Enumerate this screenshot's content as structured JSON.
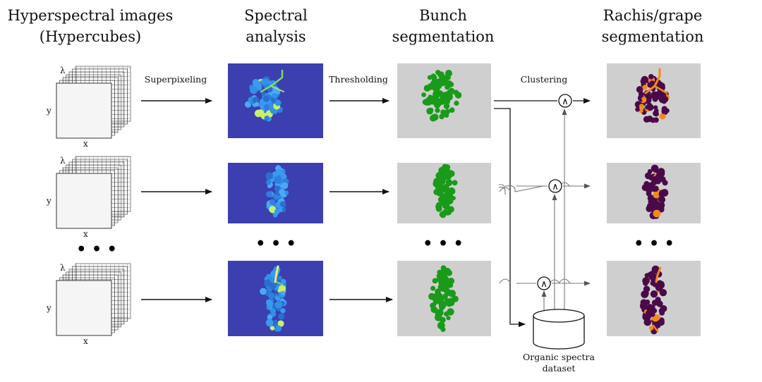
{
  "columns": {
    "hyper": {
      "line1": "Hyperspectral images",
      "line2": "(Hypercubes)"
    },
    "spectral": {
      "line1": "Spectral",
      "line2": "analysis"
    },
    "bunch": {
      "line1": "Bunch",
      "line2": "segmentation"
    },
    "rachis": {
      "line1": "Rachis/grape",
      "line2": "segmentation"
    }
  },
  "steps": {
    "superpixeling": "Superpixeling",
    "thresholding": "Thresholding",
    "clustering": "Clustering"
  },
  "axes": {
    "lambda": "λ",
    "y": "y",
    "x": "x"
  },
  "operator_symbol": "∧",
  "ellipsis": "• • •",
  "dataset": {
    "line1": "Organic spectra",
    "line2": "dataset"
  },
  "colors": {
    "panel_gray": "#cfcfcf",
    "spectral_bg": "#3b3fb0",
    "grape_green": "#1a9a1a",
    "cluster_bg": "#cfcfcf",
    "grape_purple": "#4a0a4a",
    "rachis_orange": "#f28a1a",
    "cube_face": "#f5f5f5"
  }
}
